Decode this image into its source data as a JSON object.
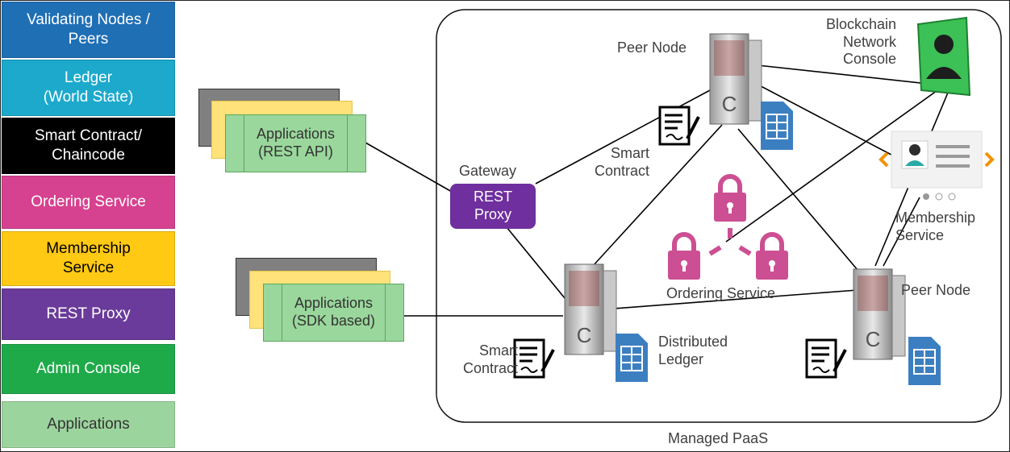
{
  "legend": [
    {
      "label": "Validating Nodes /\nPeers",
      "bg": "#1f6fb5",
      "fg": "#ffffff"
    },
    {
      "label": "Ledger\n(World State)",
      "bg": "#1ca9cc",
      "fg": "#ffffff"
    },
    {
      "label": "Smart Contract/\nChaincode",
      "bg": "#000000",
      "fg": "#ffffff"
    },
    {
      "label": "Ordering Service",
      "bg": "#d6428f",
      "fg": "#ffffff"
    },
    {
      "label": "Membership\nService",
      "bg": "#ffc914",
      "fg": "#000000"
    },
    {
      "label": "REST Proxy",
      "bg": "#6a3b9a",
      "fg": "#ffffff"
    },
    {
      "label": "Admin Console",
      "bg": "#1faa4a",
      "fg": "#ffffff"
    },
    {
      "label": "Applications",
      "bg": "#9cd49d",
      "fg": "#333333"
    }
  ],
  "apps": {
    "top_label": "Applications\n(REST API)",
    "bottom_label": "Applications\n(SDK based)"
  },
  "gateway": {
    "label": "Gateway",
    "box_label": "REST\nProxy"
  },
  "nodes": {
    "peer_top": "Peer Node",
    "peer_right": "Peer Node",
    "smart_contract_top": "Smart\nContract",
    "smart_contract_bottom": "Smart\nContract",
    "distributed_ledger": "Distributed\nLedger",
    "ordering_service": "Ordering Service",
    "membership_service": "Membership\nService",
    "console": "Blockchain\nNetwork\nConsole",
    "server_letter": "C"
  },
  "paas_label": "Managed PaaS",
  "colors": {
    "lock": "#cc4f93",
    "ledger_blue": "#3c7fc1",
    "console_green": "#3bc155",
    "line": "#000000"
  }
}
